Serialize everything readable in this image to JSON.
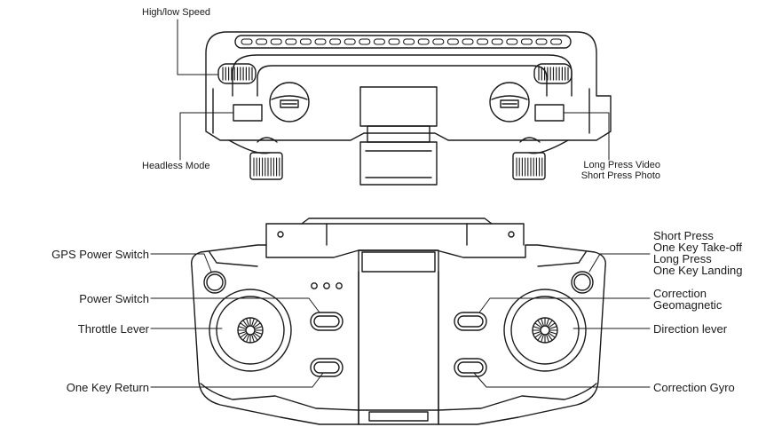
{
  "top_view": {
    "speed": "High/low Speed",
    "headless": "Headless Mode",
    "video_photo": [
      "Long Press Video",
      "Short Press Photo"
    ]
  },
  "front_view": {
    "gps": "GPS Power Switch",
    "power": "Power Switch",
    "throttle": "Throttle Lever",
    "return": "One Key Return",
    "takeoff_landing": [
      "Short Press",
      "One Key Take-off",
      "Long Press",
      "One Key Landing"
    ],
    "geomagnetic": [
      "Correction",
      "Geomagnetic"
    ],
    "direction": "Direction lever",
    "gyro": "Correction Gyro"
  },
  "colors": {
    "ink": "#1a1a1a",
    "background": "#ffffff"
  }
}
